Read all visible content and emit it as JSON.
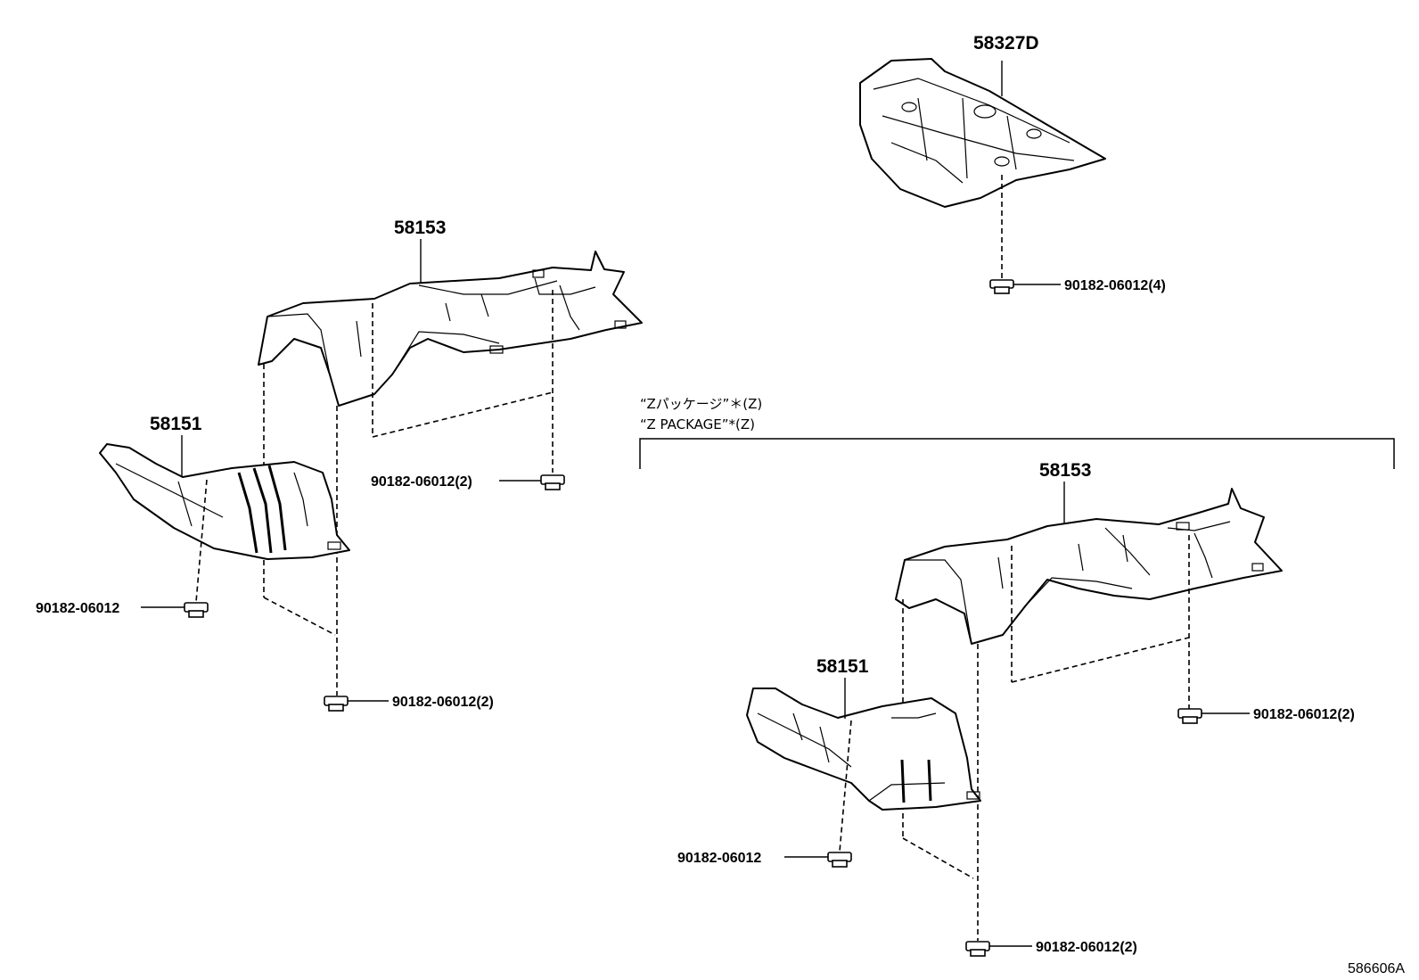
{
  "std": {
    "shield_center": {
      "label": "58153"
    },
    "shield_front": {
      "label": "58151"
    },
    "clip_center": {
      "label": "90182-06012(2)"
    },
    "clip_front": {
      "label": "90182-06012"
    },
    "clip_lower": {
      "label": "90182-06012(2)"
    }
  },
  "rear": {
    "shield": {
      "label": "58327D"
    },
    "clip": {
      "label": "90182-06012(4)"
    }
  },
  "z_package": {
    "title_jp": "“Zパッケージ”＊(Z)",
    "title_en": "“Z PACKAGE”*(Z)",
    "shield_center": {
      "label": "58153"
    },
    "shield_front": {
      "label": "58151"
    },
    "clip_right": {
      "label": "90182-06012(2)"
    },
    "clip_front": {
      "label": "90182-06012"
    },
    "clip_lower": {
      "label": "90182-06012(2)"
    }
  },
  "figure_number": "586606A"
}
